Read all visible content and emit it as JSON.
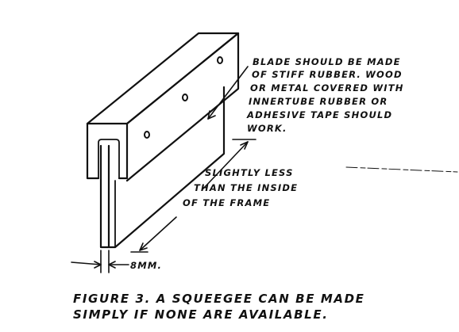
{
  "annotations": {
    "blade_note": [
      "BLADE SHOULD BE MADE",
      "OF STIFF RUBBER. WOOD",
      "OR METAL COVERED WITH",
      "INNERTUBE RUBBER OR",
      "ADHESIVE TAPE SHOULD",
      "WORK."
    ],
    "length_note": [
      "SLIGHTLY LESS",
      "THAN THE INSIDE",
      "OF THE FRAME"
    ],
    "thickness_label": "8MM."
  },
  "caption": [
    "FIGURE 3.  A SQUEEGEE CAN BE MADE",
    "SIMPLY IF NONE ARE AVAILABLE."
  ],
  "colors": {
    "ink": "#111111",
    "paper": "#ffffff"
  }
}
